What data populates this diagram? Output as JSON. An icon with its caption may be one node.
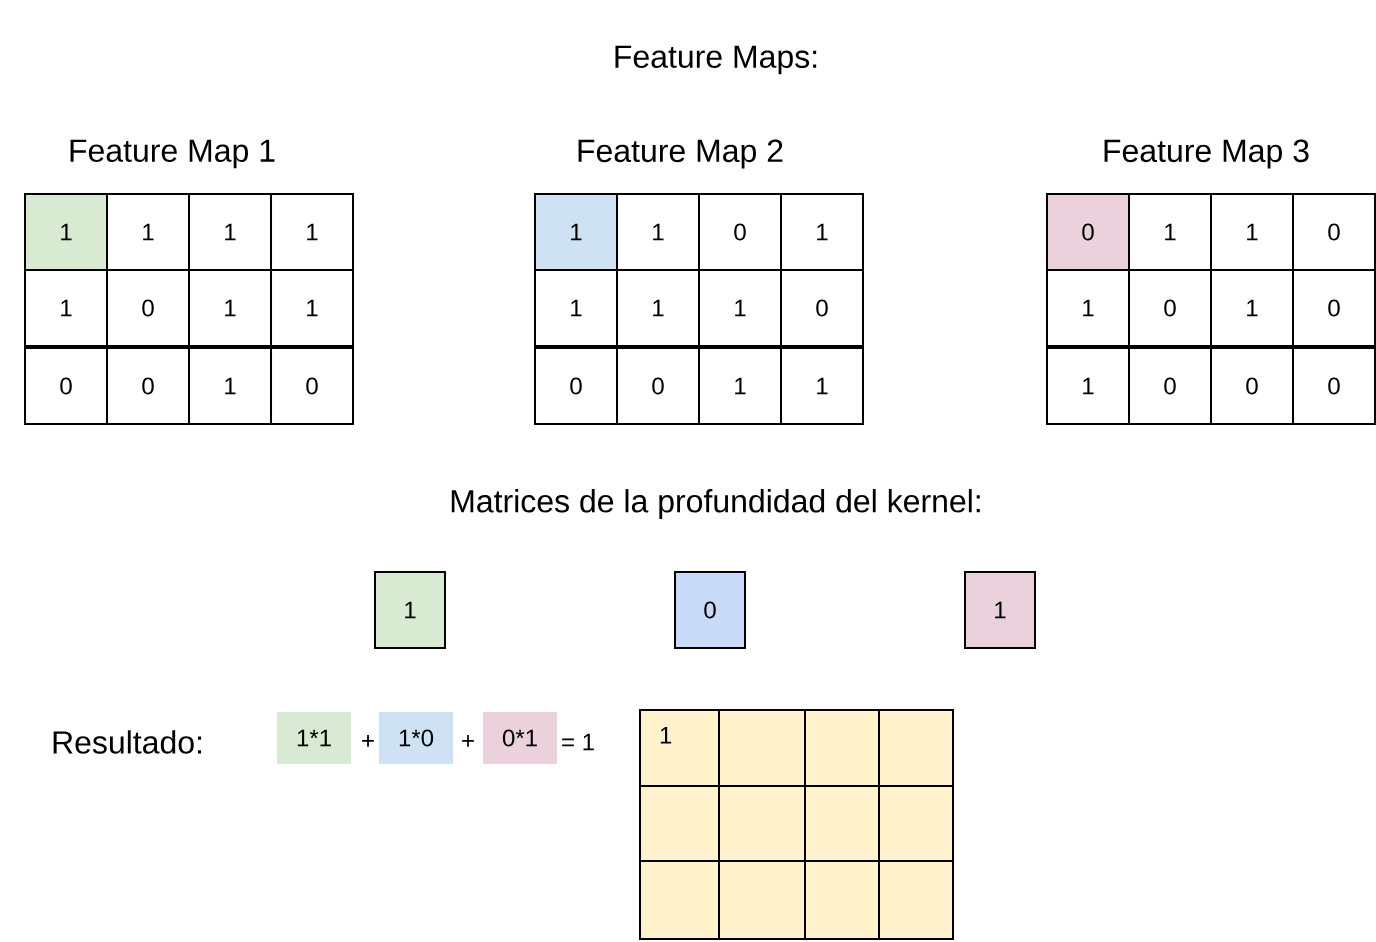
{
  "diagram": {
    "nodes": [
      {
        "text": [
          "1"
        ]
      },
      {
        "text": [
          "1"
        ]
      },
      {
        "text": [
          "1"
        ]
      },
      {
        "text": [
          "1"
        ]
      },
      {
        "text": [
          "1"
        ]
      },
      {
        "text": [
          "0"
        ]
      },
      {
        "text": [
          "1"
        ]
      },
      {
        "text": [
          "1"
        ]
      },
      {
        "text": [
          "0"
        ]
      },
      {
        "text": [
          "0"
        ]
      },
      {
        "text": [
          "1"
        ]
      },
      {
        "text": [
          "0"
        ]
      },
      {
        "text": [
          "1"
        ]
      },
      {
        "text": [
          "1"
        ]
      },
      {
        "text": [
          "0"
        ]
      },
      {
        "text": [
          "1"
        ]
      },
      {
        "text": [
          "1"
        ]
      },
      {
        "text": [
          "1"
        ]
      },
      {
        "text": [
          "1"
        ]
      },
      {
        "text": [
          "0"
        ]
      },
      {
        "text": [
          "0"
        ]
      },
      {
        "text": [
          "0"
        ]
      },
      {
        "text": [
          "1"
        ]
      },
      {
        "text": [
          "1"
        ]
      },
      {
        "text": [
          "0"
        ]
      },
      {
        "text": [
          "1"
        ]
      },
      {
        "text": [
          "1"
        ]
      },
      {
        "text": [
          "0"
        ]
      },
      {
        "text": [
          "1"
        ]
      },
      {
        "text": [
          "0"
        ]
      },
      {
        "text": [
          "1"
        ]
      },
      {
        "text": [
          "0"
        ]
      },
      {
        "text": [
          "1"
        ]
      },
      {
        "text": [
          "0"
        ]
      },
      {
        "text": [
          "0"
        ]
      },
      {
        "text": [
          "0"
        ]
      },
      {
        "text": [
          "1"
        ]
      },
      {
        "text": [
          "0"
        ]
      },
      {
        "text": [
          "1"
        ]
      },
      {
        "text": [
          "1*1"
        ]
      },
      {
        "text": [
          "1*0"
        ]
      },
      {
        "text": [
          "0*1"
        ]
      },
      {
        "text": [
          "1"
        ]
      },
      {
        "text": [],
        "shape": "box"
      },
      {
        "text": [],
        "shape": "box"
      },
      {
        "text": [],
        "shape": "box"
      },
      {
        "text": [],
        "shape": "box"
      },
      {
        "text": [],
        "shape": "box"
      },
      {
        "text": [],
        "shape": "box"
      },
      {
        "text": [],
        "shape": "box"
      },
      {
        "text": [],
        "shape": "box"
      },
      {
        "text": [],
        "shape": "box"
      },
      {
        "text": [],
        "shape": "box"
      },
      {
        "text": [],
        "shape": "box"
      }
    ],
    "labels": [
      "Feature Maps:",
      "Feature Map 1",
      "Feature Map 2",
      "Feature Map 3",
      "Matrices de la profundidad del kernel:",
      "Resultado:",
      "+",
      "+",
      "= 1"
    ]
  }
}
